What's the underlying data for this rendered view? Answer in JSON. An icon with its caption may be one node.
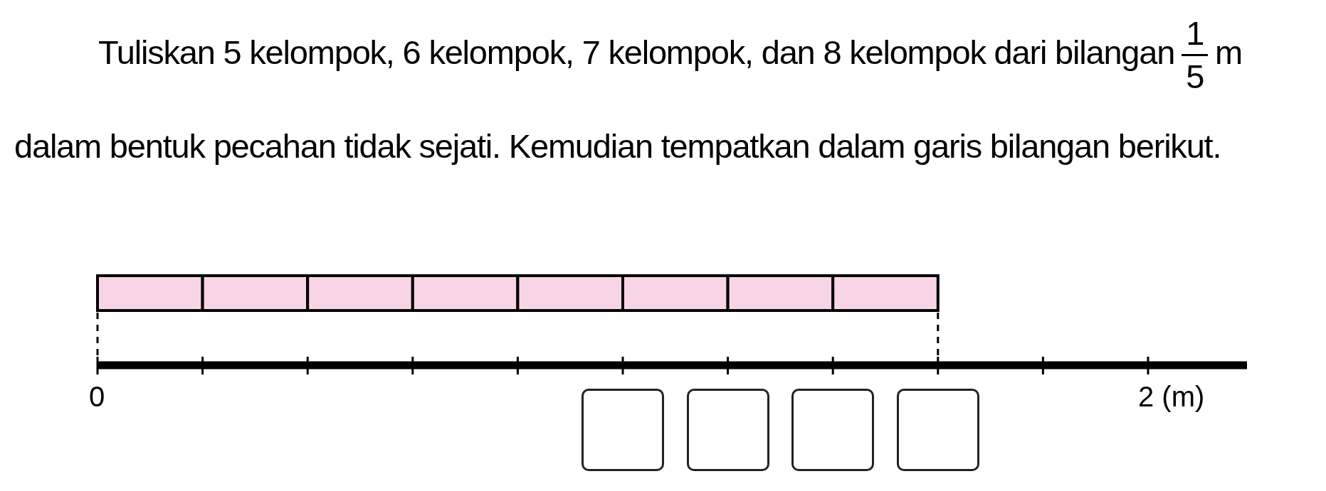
{
  "diagram": {
    "nodes": [
      {
        "text": [],
        "shape": "box"
      },
      {
        "text": [],
        "shape": "box"
      },
      {
        "text": [],
        "shape": "box"
      },
      {
        "text": [],
        "shape": "box"
      }
    ],
    "labels": [
      "Tuliskan 5 kelompok, 6 kelompok, 7 kelompok, dan 8 kelompok dari bilangan",
      "1",
      "5",
      "m dalam bentuk pecahan tidak sejati. Kemudian tempatkan dalam garis bilangan berikut.",
      "0",
      "2 (m)"
    ]
  }
}
